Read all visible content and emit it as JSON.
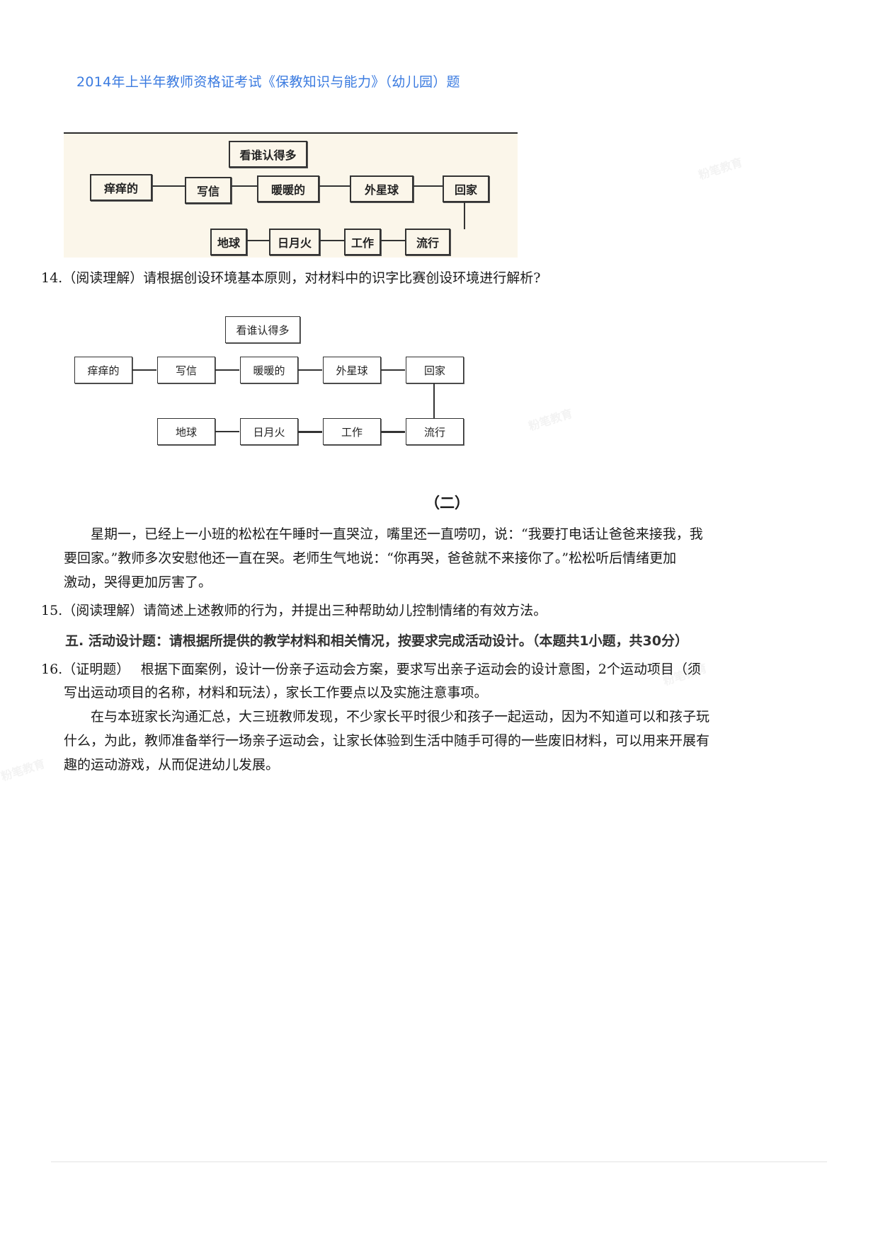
{
  "header": {
    "title": "2014年上半年教师资格证考试《保教知识与能力》（幼儿园）题"
  },
  "scanned_figure": {
    "title_box": "看谁认得多",
    "row1": [
      "痒痒的",
      "写信",
      "暖暖的",
      "外星球",
      "回家"
    ],
    "row2": [
      "地球",
      "日月火",
      "工作",
      "流行"
    ]
  },
  "q14": {
    "text": "14.（阅读理解）请根据创设环境基本原则，对材料中的识字比赛创设环境进行解析?"
  },
  "diagram": {
    "title_box": "看谁认得多",
    "row1": [
      "痒痒的",
      "写信",
      "暖暖的",
      "外星球",
      "回家"
    ],
    "row2": [
      "地球",
      "日月火",
      "工作",
      "流行"
    ]
  },
  "material_two": {
    "heading": "（二）",
    "lines": [
      "星期一，已经上一小班的松松在午睡时一直哭泣，嘴里还一直唠叨，说：“我要打电话让爸爸来接我，我",
      "要回家。”教师多次安慰他还一直在哭。老师生气地说：“你再哭，爸爸就不来接你了。”松松听后情绪更加",
      "激动，哭得更加厉害了。"
    ]
  },
  "q15": {
    "text": "15.（阅读理解）请简述上述教师的行为，并提出三种帮助幼儿控制情绪的有效方法。"
  },
  "section_five": {
    "heading": "五. 活动设计题：请根据所提供的教学材料和相关情况，按要求完成活动设计。（本题共1小题，共30分）"
  },
  "q16": {
    "line1": "16.（证明题）　 根据下面案例，设计一份亲子运动会方案，要求写出亲子运动会的设计意图，2个运动项目（须",
    "line2": "写出运动项目的名称，材料和玩法），家长工作要点以及实施注意事项。",
    "case_lines": [
      "在与本班家长沟通汇总，大三班教师发现，不少家长平时很少和孩子一起运动，因为不知道可以和孩子玩",
      "什么，为此，教师准备举行一场亲子运动会，让家长体验到生活中随手可得的一些废旧材料，可以用来开展有",
      "趣的运动游戏，从而促进幼儿发展。"
    ]
  },
  "watermark": {
    "text": "粉笔教育"
  }
}
